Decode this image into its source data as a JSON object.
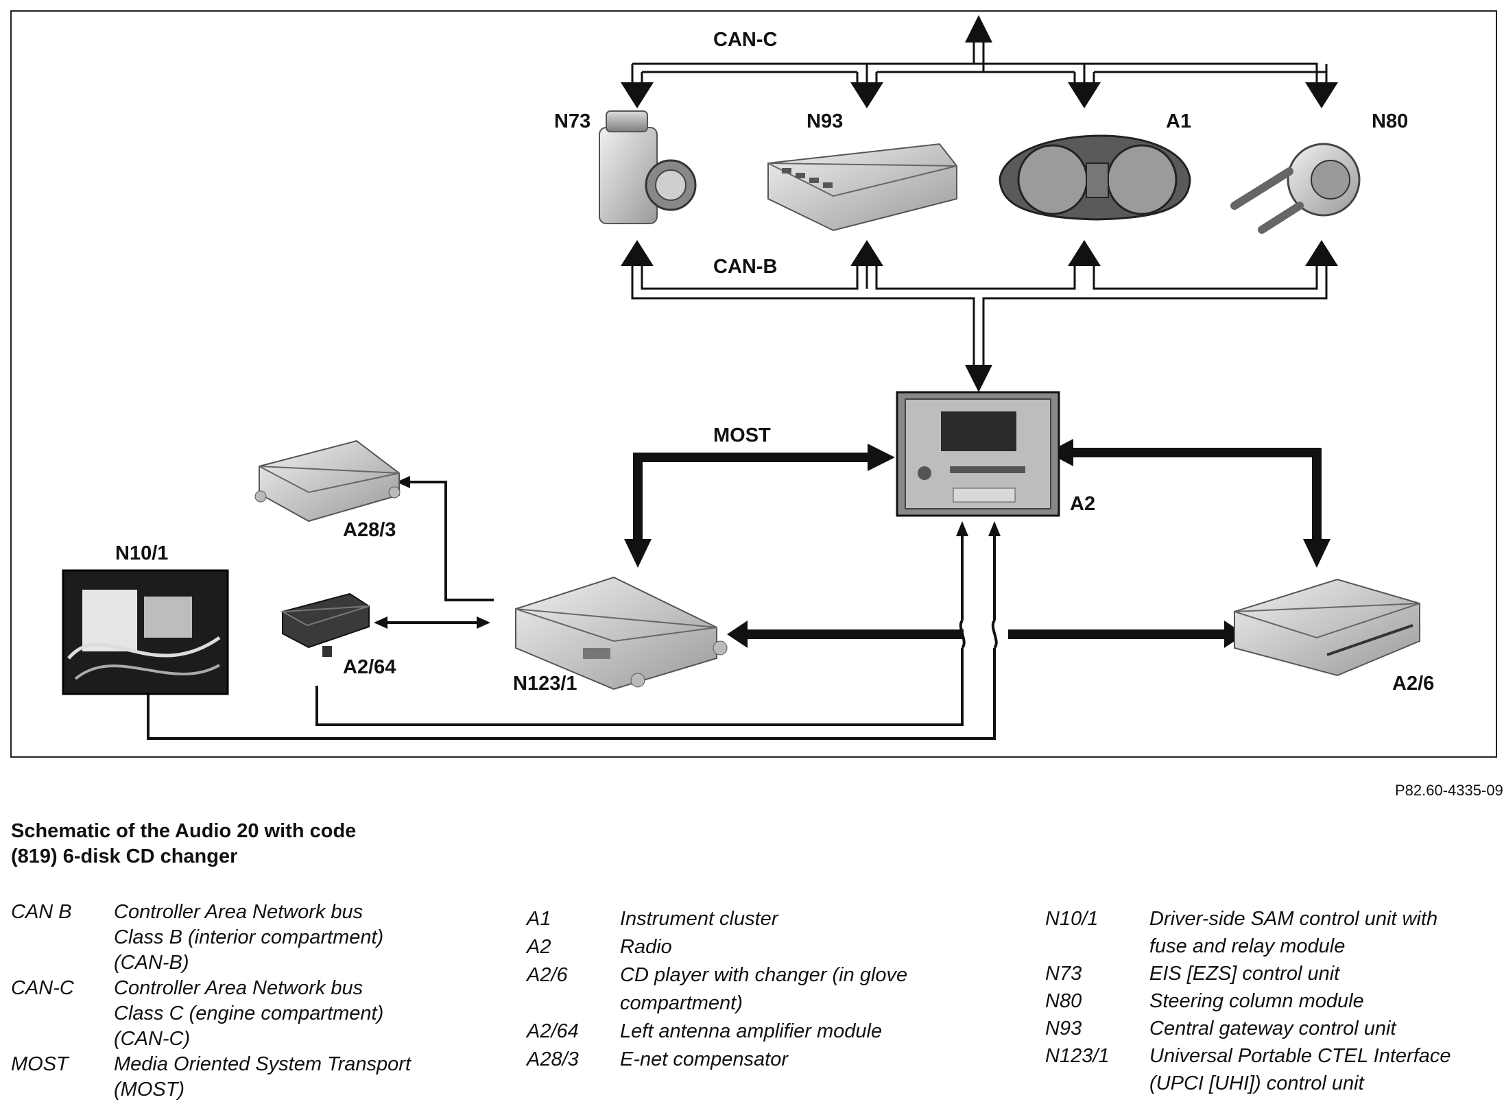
{
  "diagram": {
    "bus_labels": {
      "can_c": "CAN-C",
      "can_b": "CAN-B",
      "most": "MOST"
    },
    "components": {
      "n73": "N73",
      "n93": "N93",
      "a1": "A1",
      "n80": "N80",
      "a2": "A2",
      "a28_3": "A28/3",
      "n10_1": "N10/1",
      "a2_64": "A2/64",
      "n123_1": "N123/1",
      "a2_6": "A2/6"
    },
    "figure_ref": "P82.60-4335-09"
  },
  "caption": {
    "title_line1": "Schematic of the Audio 20 with code",
    "title_line2": "(819) 6-disk CD changer"
  },
  "legend": {
    "col1": [
      {
        "code": "CAN B",
        "lines": [
          "Controller Area Network bus",
          "Class B (interior compartment)",
          "(CAN-B)"
        ]
      },
      {
        "code": "CAN-C",
        "lines": [
          "Controller Area Network bus",
          "Class C (engine compartment)",
          "(CAN-C)"
        ]
      },
      {
        "code": "MOST",
        "lines": [
          "Media Oriented System Transport",
          "(MOST)"
        ]
      }
    ],
    "col2": [
      {
        "code": "A1",
        "lines": [
          "Instrument cluster"
        ]
      },
      {
        "code": "A2",
        "lines": [
          "Radio"
        ]
      },
      {
        "code": "A2/6",
        "lines": [
          "CD player with changer (in glove",
          "compartment)"
        ]
      },
      {
        "code": "A2/64",
        "lines": [
          "Left antenna amplifier module"
        ]
      },
      {
        "code": "A28/3",
        "lines": [
          "E-net compensator"
        ]
      }
    ],
    "col3": [
      {
        "code": "N10/1",
        "lines": [
          "Driver-side SAM control unit with",
          "fuse and relay module"
        ]
      },
      {
        "code": "N73",
        "lines": [
          "EIS [EZS] control unit"
        ]
      },
      {
        "code": "N80",
        "lines": [
          "Steering column module"
        ]
      },
      {
        "code": "N93",
        "lines": [
          "Central gateway control unit"
        ]
      },
      {
        "code": "N123/1",
        "lines": [
          "Universal Portable CTEL Interface",
          "(UPCI [UHI]) control unit"
        ]
      }
    ]
  }
}
